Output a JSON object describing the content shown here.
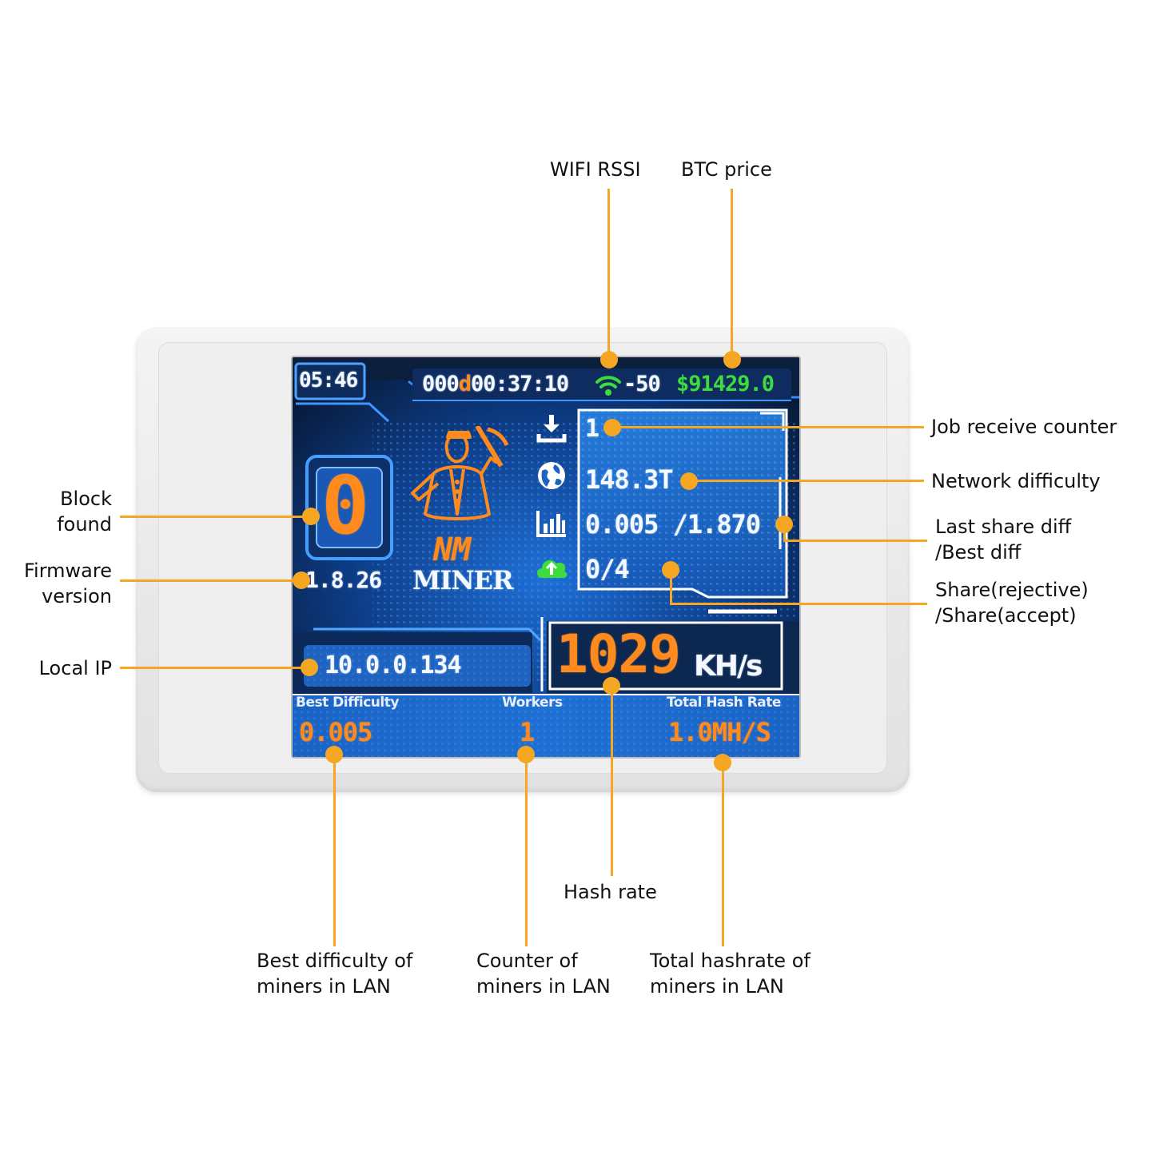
{
  "callouts": {
    "wifi_rssi": "WIFI RSSI",
    "btc_price": "BTC price",
    "job_receive_counter": "Job receive counter",
    "network_difficulty": "Network difficulty",
    "last_share_diff_line1": "Last share diff",
    "last_share_diff_line2": "/Best diff",
    "share_line1": "Share(rejective)",
    "share_line2": "/Share(accept)",
    "block_found_line1": "Block",
    "block_found_line2": "found",
    "firmware_line1": "Firmware",
    "firmware_line2": "version",
    "local_ip": "Local IP",
    "hash_rate": "Hash rate",
    "best_difficulty_line1": "Best difficulty of",
    "best_difficulty_line2": "miners in LAN",
    "counter_line1": "Counter of",
    "counter_line2": "miners in LAN",
    "total_hashrate_line1": "Total hashrate of",
    "total_hashrate_line2": "miners in LAN"
  },
  "screen": {
    "clock": "05:46",
    "uptime_prefix": "000",
    "uptime_day": "d",
    "uptime_time": "00:37:10",
    "wifi_rssi": "-50",
    "btc_price": "$91429.0",
    "block_found": "0",
    "firmware_version": "1.8.26",
    "logo_top": "NM",
    "logo_bottom": "MINER",
    "job_counter": "1",
    "network_difficulty": "148.3T",
    "share_diff": "0.005 /1.870",
    "shares": "0/4",
    "hash_rate": "1029",
    "hash_unit": "KH/s",
    "local_ip": "10.0.0.134",
    "footer": {
      "best_difficulty_label": "Best Difficulty",
      "best_difficulty_value": "0.005",
      "workers_label": "Workers",
      "workers_value": "1",
      "total_hash_rate_label": "Total Hash Rate",
      "total_hash_rate_value": "1.0MH/S"
    }
  },
  "colors": {
    "accent": "#f5a623",
    "screen_blue": "#1f6fd1",
    "lcd_orange": "#ff8a1e",
    "lcd_green": "#3bdc3b"
  },
  "icons": [
    "wifi-icon",
    "download-icon",
    "globe-icon",
    "bar-chart-icon",
    "cloud-upload-icon",
    "miner-logo-icon"
  ]
}
